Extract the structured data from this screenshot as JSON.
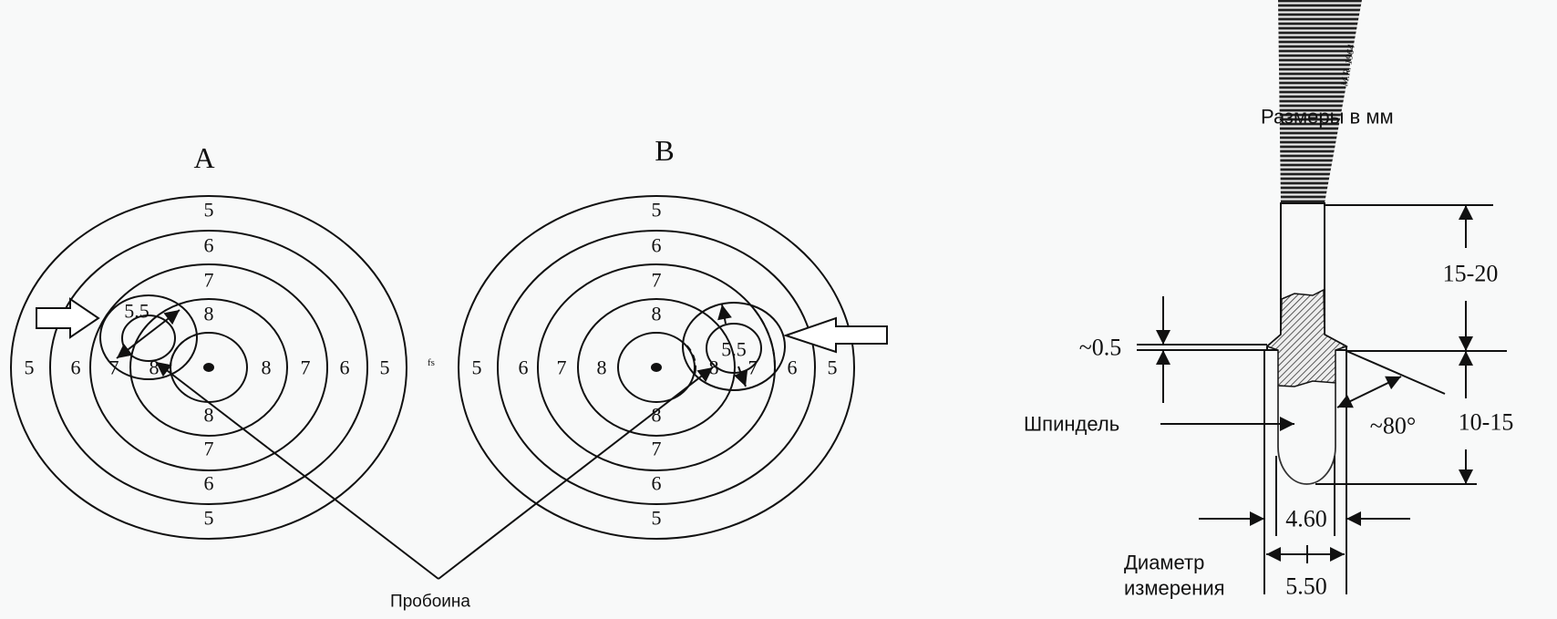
{
  "targets": [
    {
      "title": "A",
      "ring_scores": [
        "5",
        "6",
        "7",
        "8"
      ],
      "shot_label": "5.5",
      "side_mark": "fs"
    },
    {
      "title": "B",
      "ring_scores": [
        "5",
        "6",
        "7",
        "8"
      ],
      "shot_label": "5.5"
    }
  ],
  "pointer_label": "Пробоина",
  "gauge": {
    "units_note": "Размеры в мм",
    "signature": "M.R. 1964",
    "dim_shaft": "15-20",
    "dim_tip": "10-15",
    "dim_shoulder": "~0.5",
    "angle": "~80°",
    "spindle_label": "Шпиндель",
    "inner_diameter": "4.60",
    "measure_diameter_label_1": "Диаметр",
    "measure_diameter_label_2": "измерения",
    "measure_diameter": "5.50"
  }
}
